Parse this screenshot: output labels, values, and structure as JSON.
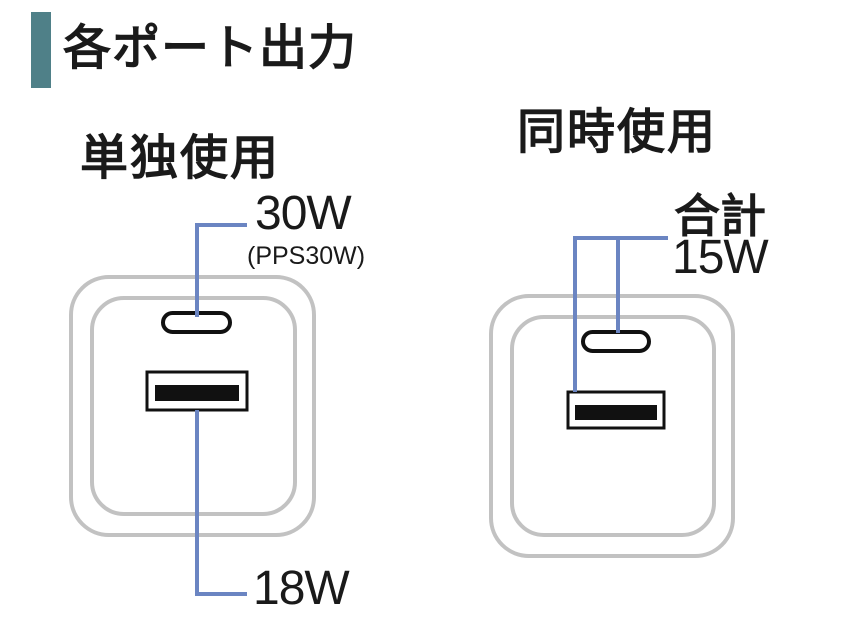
{
  "title": "各ポート出力",
  "colors": {
    "accent": "#4f8088",
    "line": "#6b85c2",
    "frame": "#c2c2c2",
    "port": "#111111"
  },
  "single_use": {
    "heading": "単独使用",
    "usb_c_output": "30W",
    "usb_c_note": "(PPS30W)",
    "usb_a_output": "18W"
  },
  "simultaneous_use": {
    "heading": "同時使用",
    "total_label": "合計",
    "total_output": "15W"
  },
  "icons": [
    "charger-outline",
    "usb-c-port",
    "usb-a-port"
  ]
}
